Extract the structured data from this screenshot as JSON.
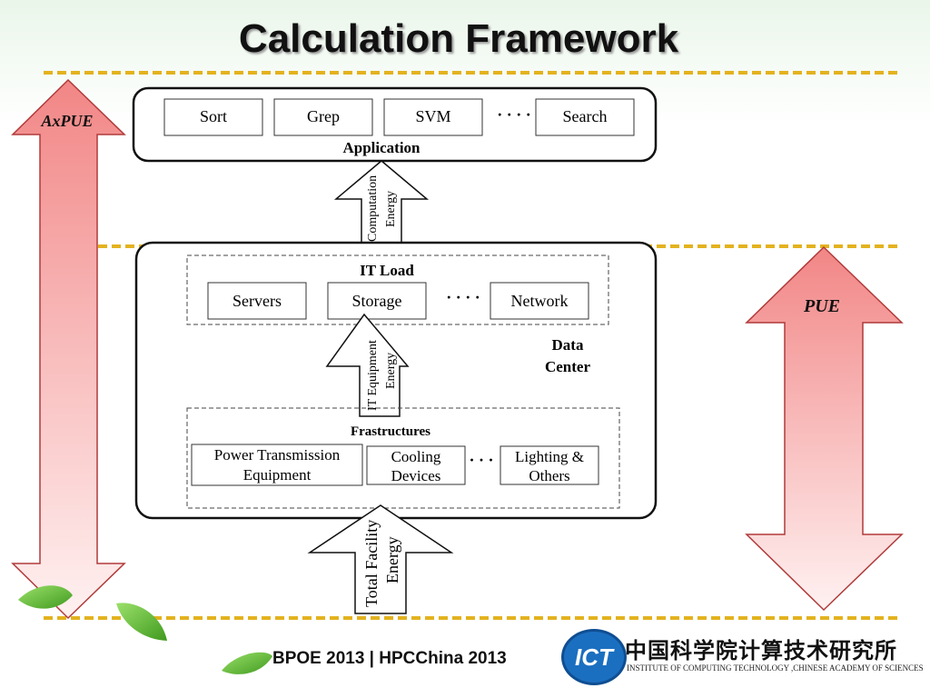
{
  "slide_title": "Calculation Framework",
  "left_arrow_label": "AxPUE",
  "right_arrow_label": "PUE",
  "application": {
    "label": "Application",
    "items": [
      "Sort",
      "Grep",
      "SVM",
      "Search"
    ],
    "ellipsis": "· · · ·"
  },
  "computation_arrow": {
    "line1": "Computation",
    "line2": "Energy"
  },
  "data_center": {
    "label_line1": "Data",
    "label_line2": "Center",
    "it_load": {
      "label": "IT Load",
      "items": [
        "Servers",
        "Storage",
        "Network"
      ],
      "ellipsis": "· · · ·"
    },
    "it_equipment_arrow": {
      "line1": "IT Equipment",
      "line2": "Energy"
    },
    "infrastructures": {
      "label": "Frastructures",
      "items": [
        {
          "line1": "Power Transmission",
          "line2": "Equipment"
        },
        {
          "line1": "Cooling",
          "line2": "Devices"
        },
        {
          "line1": "Lighting &",
          "line2": "Others"
        }
      ],
      "ellipsis": "· · ·"
    }
  },
  "total_facility_arrow": {
    "line1": "Total Facility",
    "line2": "Energy"
  },
  "footer": {
    "text": "BPOE 2013 |  HPCChina 2013"
  },
  "logo": {
    "abbrev": "ICT",
    "chinese_name": "中国科学院计算技术研究所",
    "english_name": "INSTITUTE OF COMPUTING TECHNOLOGY ,CHINESE ACADEMY OF SCIENCES"
  },
  "colors": {
    "dash_line": "#e3b21e",
    "arrow_fill_top": "#f28c8c",
    "arrow_fill_bottom": "#ffe9e9",
    "arrow_stroke": "#b03a3a",
    "leaf": "#6cbf3a"
  }
}
